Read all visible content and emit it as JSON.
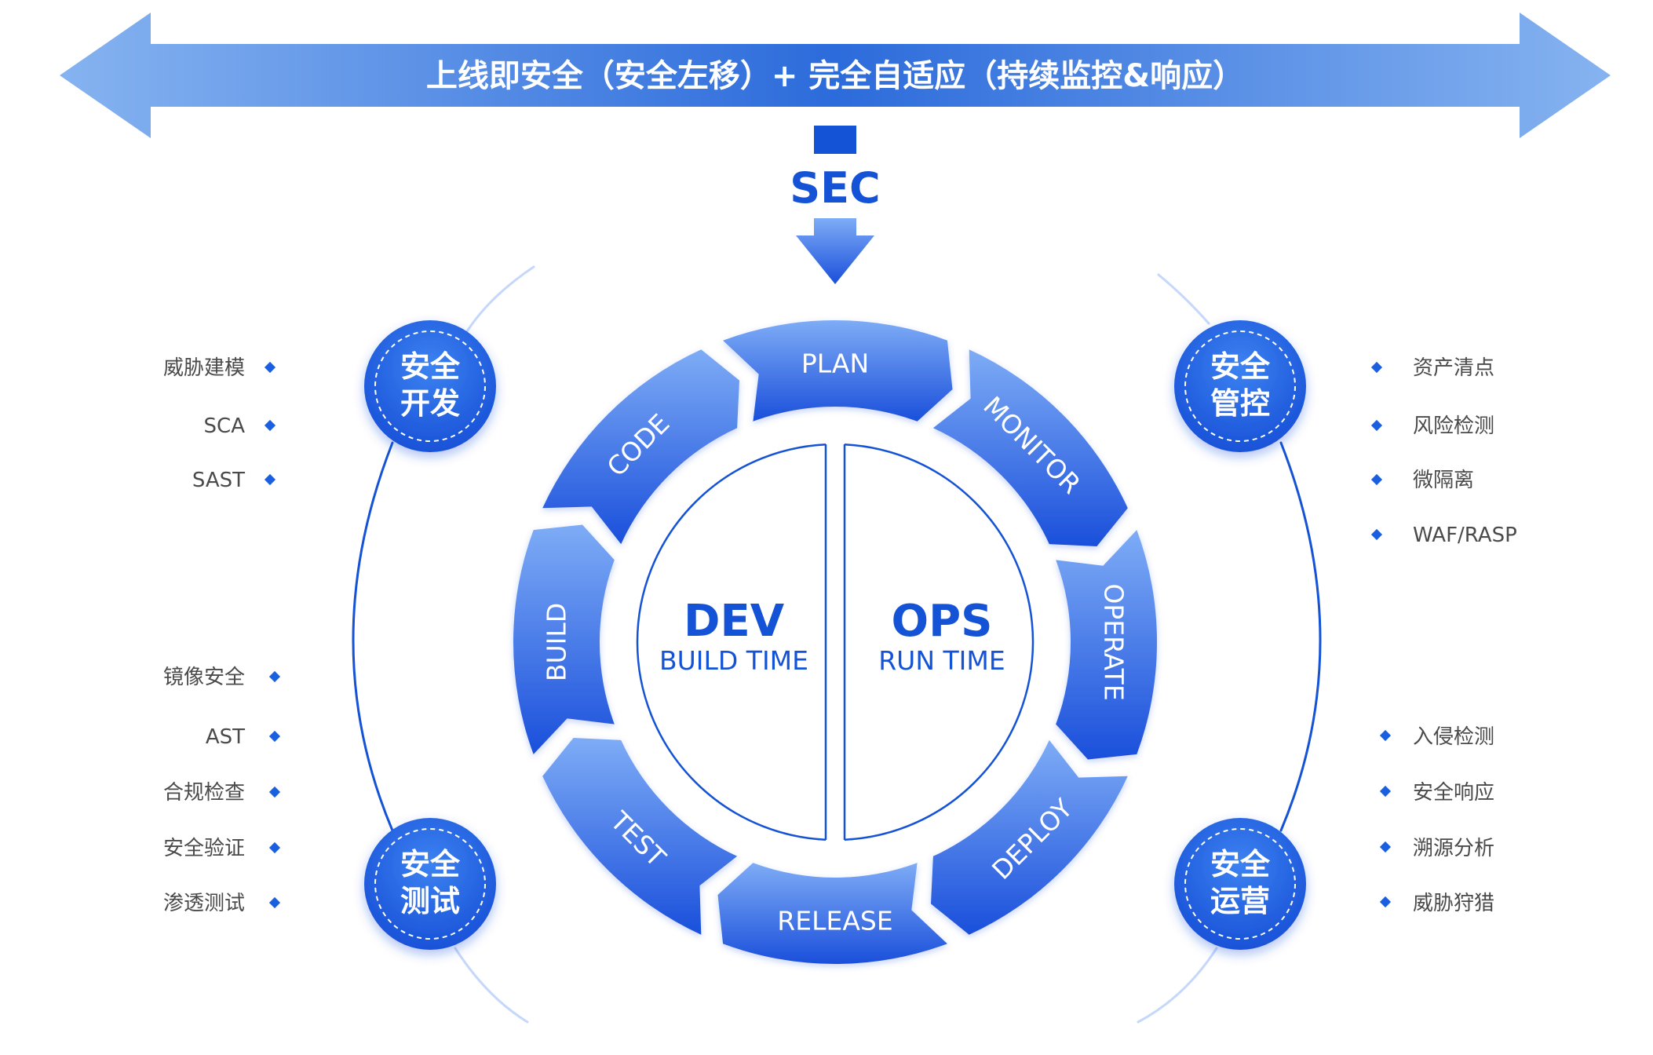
{
  "banner": {
    "text": "上线即安全（安全左移）+ 完全自适应（持续监控&响应）"
  },
  "sec_label": "SEC",
  "lifecycle": {
    "stages": [
      "PLAN",
      "MONITOR",
      "OPERATE",
      "DEPLOY",
      "RELEASE",
      "TEST",
      "BUILD",
      "CODE"
    ]
  },
  "core": {
    "dev": {
      "title": "DEV",
      "subtitle": "BUILD TIME"
    },
    "ops": {
      "title": "OPS",
      "subtitle": "RUN TIME"
    }
  },
  "nodes": {
    "dev_security": {
      "line1": "安全",
      "line2": "开发",
      "items": [
        "威胁建模",
        "SCA",
        "SAST"
      ]
    },
    "test_security": {
      "line1": "安全",
      "line2": "测试",
      "items": [
        "镜像安全",
        "AST",
        "合规检查",
        "安全验证",
        "渗透测试"
      ]
    },
    "control_security": {
      "line1": "安全",
      "line2": "管控",
      "items": [
        "资产清点",
        "风险检测",
        "微隔离",
        "WAF/RASP"
      ]
    },
    "ops_security": {
      "line1": "安全",
      "line2": "运营",
      "items": [
        "入侵检测",
        "安全响应",
        "溯源分析",
        "威胁狩猎"
      ]
    }
  },
  "colors": {
    "primary": "#1553d6",
    "light_blue": "#7aaaf6",
    "banner_edge": "#84b2f0",
    "banner_center": "#2f6ddc",
    "item_bullet": "#1a5fe0",
    "item_text": "#4a4a4a"
  }
}
